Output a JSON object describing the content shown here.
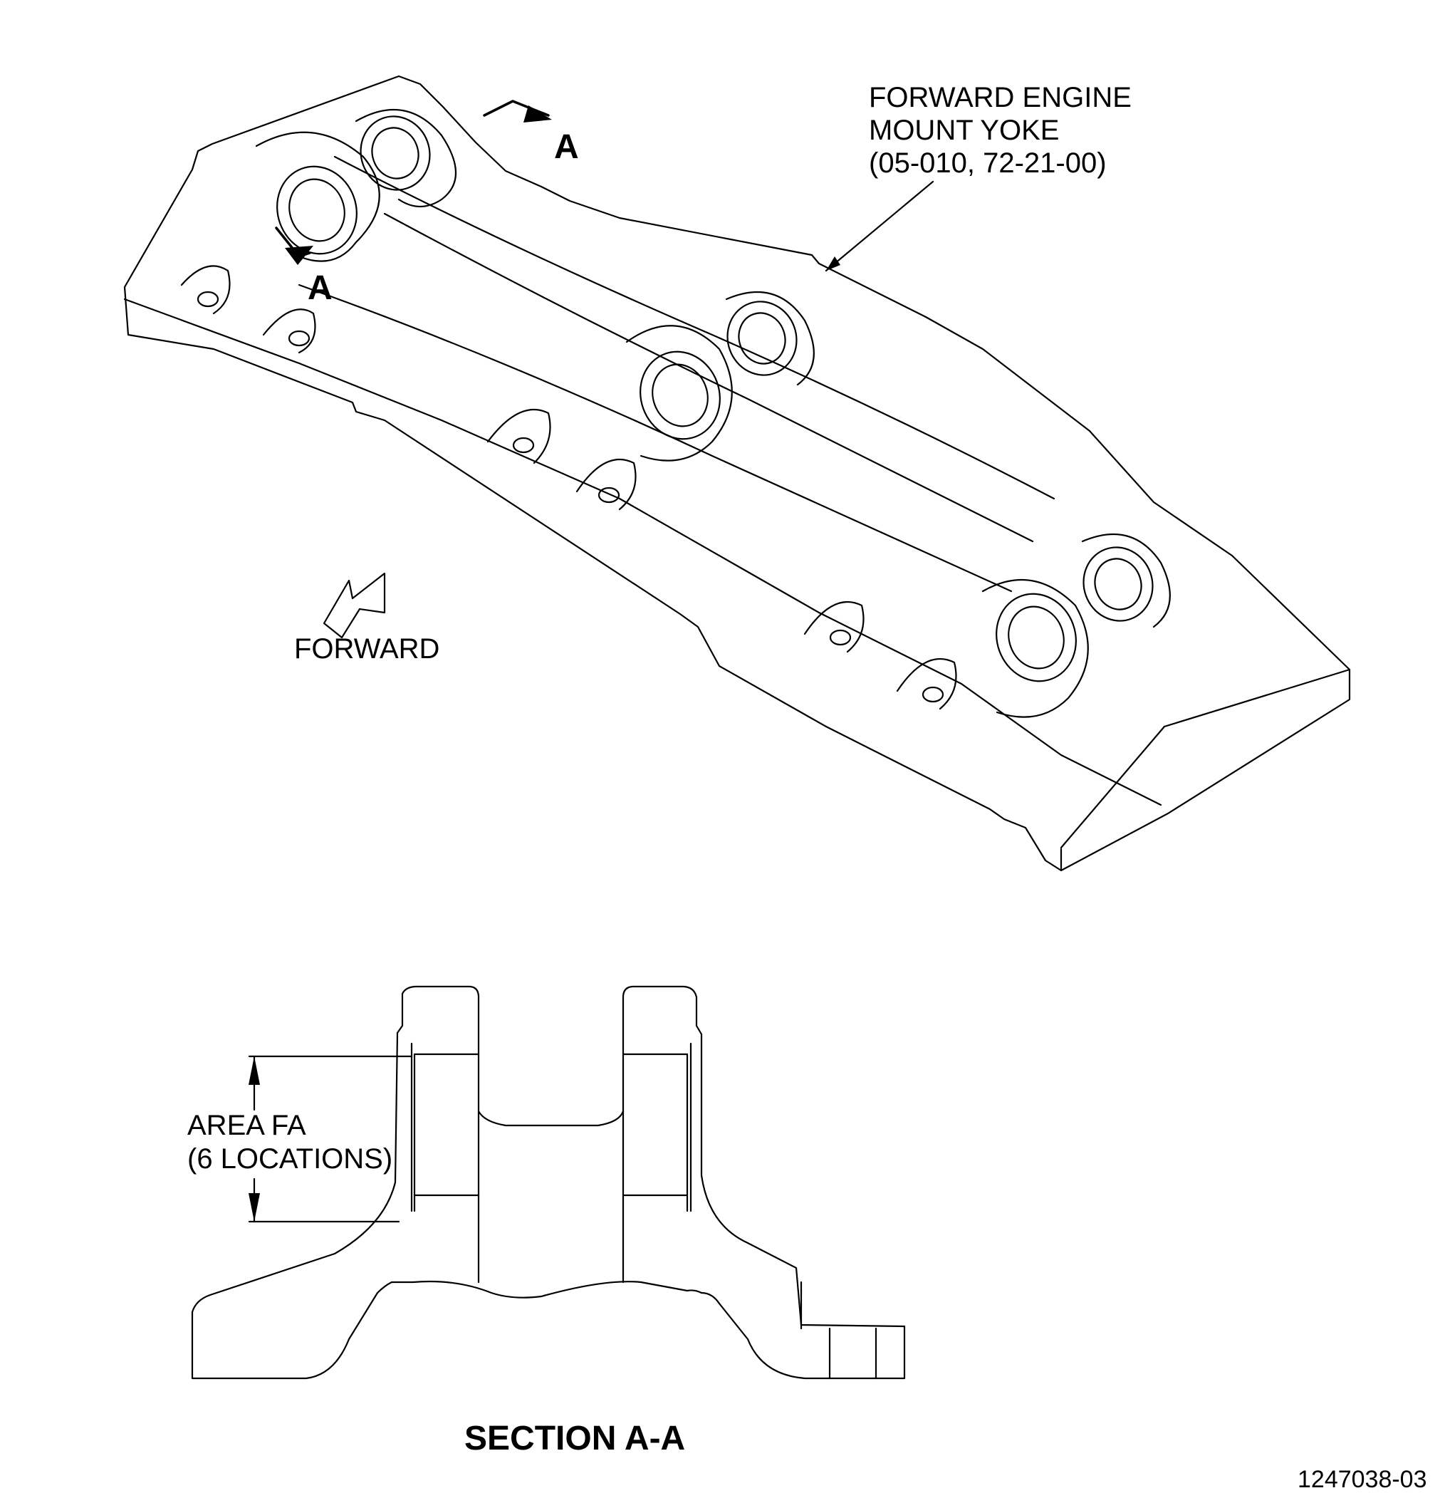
{
  "callouts": {
    "part_label_line1": "FORWARD ENGINE",
    "part_label_line2": "MOUNT YOKE",
    "part_label_line3": "(05-010, 72-21-00)",
    "section_marker": "A",
    "forward_label": "FORWARD",
    "area_label_line1": "AREA FA",
    "area_label_line2": "(6 LOCATIONS)",
    "section_title": "SECTION A-A",
    "figure_id": "1247038-03"
  }
}
